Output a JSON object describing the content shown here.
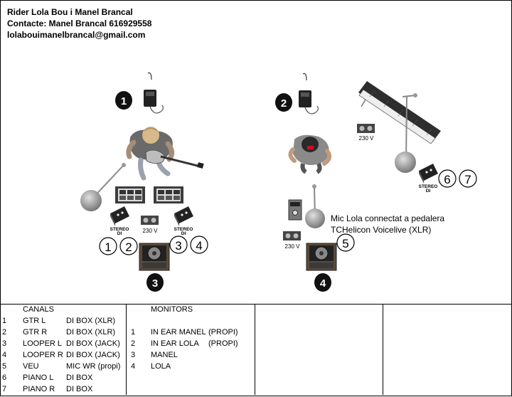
{
  "header": {
    "line1": "Rider Lola Bou i Manel Brancal",
    "line2": "Contacte: Manel Brancal 616929558",
    "line3": "lolabouimanelbrancal@gmail.com"
  },
  "stage": {
    "badges": [
      "1",
      "2",
      "3",
      "4"
    ],
    "circled": [
      "1",
      "2",
      "3",
      "4",
      "5",
      "6",
      "7"
    ],
    "di_label_top": "STEREO",
    "di_label_bottom": "DI",
    "outlet_label": "230 V",
    "note_line1": "Mic Lola connectat a pedalera",
    "note_line2": "TCHelicon Voicelive (XLR)"
  },
  "table": {
    "channels_header": "CANALS",
    "channels": [
      {
        "num": "1",
        "name": "GTR L",
        "source": "DI BOX (XLR)"
      },
      {
        "num": "2",
        "name": "GTR R",
        "source": "DI BOX (XLR)"
      },
      {
        "num": "3",
        "name": "LOOPER L",
        "source": "DI BOX (JACK)"
      },
      {
        "num": "4",
        "name": "LOOPER R",
        "source": "DI BOX (JACK)"
      },
      {
        "num": "5",
        "name": "VEU",
        "source": "MIC WR (propi)"
      },
      {
        "num": "6",
        "name": "PIANO L",
        "source": "DI BOX"
      },
      {
        "num": "7",
        "name": "PIANO R",
        "source": "DI BOX"
      }
    ],
    "monitors_header": "MONITORS",
    "monitors": [
      {
        "num": "1",
        "name": "IN EAR MANEL",
        "note": "(PROPI)"
      },
      {
        "num": "2",
        "name": "IN EAR LOLA",
        "note": "(PROPI)"
      },
      {
        "num": "3",
        "name": "MANEL",
        "note": ""
      },
      {
        "num": "4",
        "name": "LOLA",
        "note": ""
      }
    ]
  }
}
